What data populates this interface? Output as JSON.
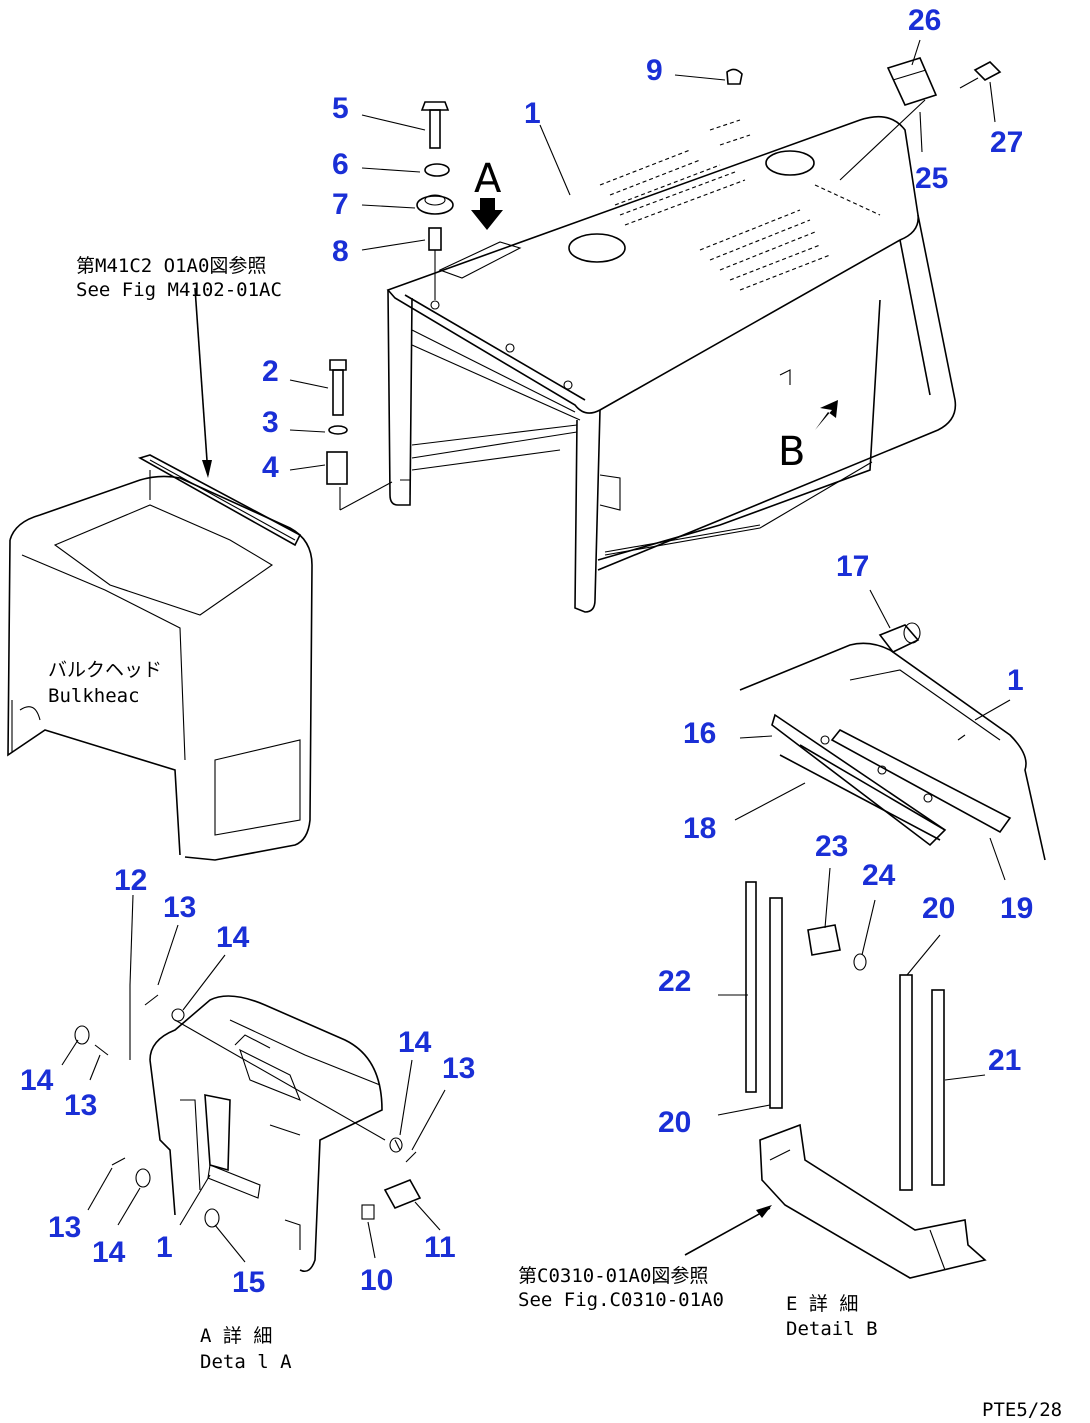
{
  "callouts": {
    "c26": "26",
    "c9": "9",
    "c27": "27",
    "c25": "25",
    "c5": "5",
    "c1a": "1",
    "c6": "6",
    "c7": "7",
    "c8": "8",
    "c2": "2",
    "c3": "3",
    "c4": "4",
    "c17": "17",
    "c1b": "1",
    "c16": "16",
    "c18": "18",
    "c19": "19",
    "c23": "23",
    "c24": "24",
    "c20a": "20",
    "c22": "22",
    "c21": "21",
    "c20b": "20",
    "c12": "12",
    "c13a": "13",
    "c14a": "14",
    "c14b": "14",
    "c13b": "13",
    "c14c": "14",
    "c13c": "13",
    "c13d": "13",
    "c14d": "14",
    "c1c": "1",
    "c15": "15",
    "c10": "10",
    "c11": "11"
  },
  "notes": {
    "ref_top_jp": "第M41C2 O1A0図参照",
    "ref_top_en": "See Fig M4102-01AC",
    "bulkhead_jp": "バルクヘッド",
    "bulkhead_en": "Bulkheac",
    "ref_bottom_jp": "第C0310-01A0図参照",
    "ref_bottom_en": "See Fig.C0310-01A0",
    "detail_a_jp": "A 詳 細",
    "detail_a_en": "Deta l A",
    "detail_b_jp": "E 詳 細",
    "detail_b_en": "Detail B",
    "view_a": "A",
    "view_b": "B",
    "page_code": "PTE5/28"
  },
  "colors": {
    "callout": "#1a2fd6",
    "line": "#000000",
    "background": "#ffffff"
  }
}
